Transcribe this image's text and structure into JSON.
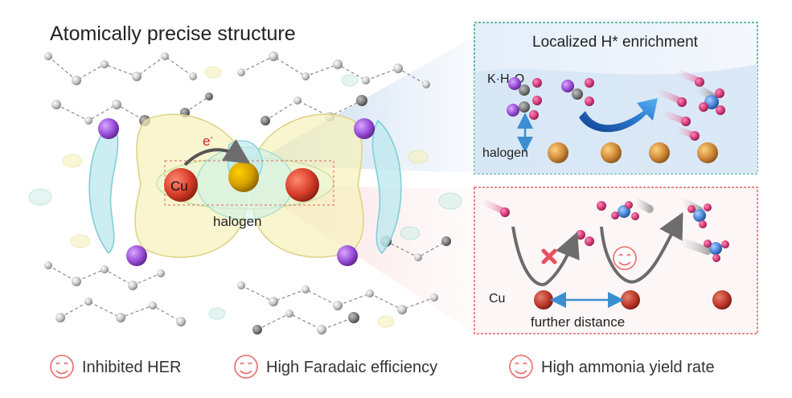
{
  "main_title": "Atomically precise structure",
  "left_panel": {
    "cu_label": "Cu",
    "halogen_label": "halogen",
    "electron_label": "e",
    "electron_superscript": "-"
  },
  "top_box": {
    "title": "Localized H* enrichment",
    "water_label_prefix": "K·H",
    "water_label_sub": "2",
    "water_label_suffix": "O",
    "halogen_label": "halogen"
  },
  "bottom_box": {
    "cu_label": "Cu",
    "distance_label": "further distance"
  },
  "footer": [
    {
      "label": "Inhibited HER",
      "icon": "smiley-icon"
    },
    {
      "label": "High Faradaic efficiency",
      "icon": "smiley-icon"
    },
    {
      "label": "High ammonia yield rate",
      "icon": "smiley-icon"
    }
  ],
  "colors": {
    "cu": "#d9402b",
    "halogen_atom": "#d08a3a",
    "potassium": "#9b4fd8",
    "hydrogen": "#d23c7a",
    "nitrogen": "#4a86d8",
    "top_box_border": "#3aa58a",
    "bottom_box_border": "#e06565",
    "smiley": "#e96a6a",
    "red_x": "#e94f5f"
  }
}
